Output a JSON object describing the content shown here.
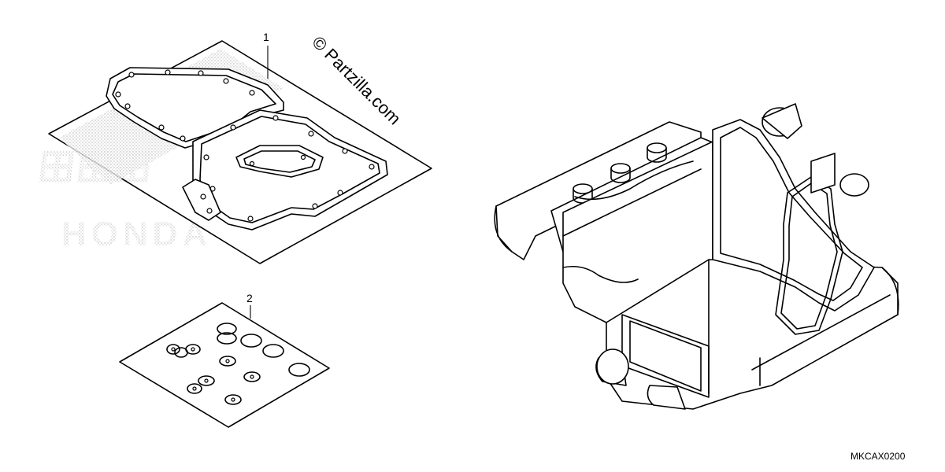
{
  "callouts": [
    {
      "number": "1"
    },
    {
      "number": "2"
    }
  ],
  "watermark": "© Partzilla.com",
  "diagram_code": "MKCAX0200",
  "background_logo": "HONDA"
}
